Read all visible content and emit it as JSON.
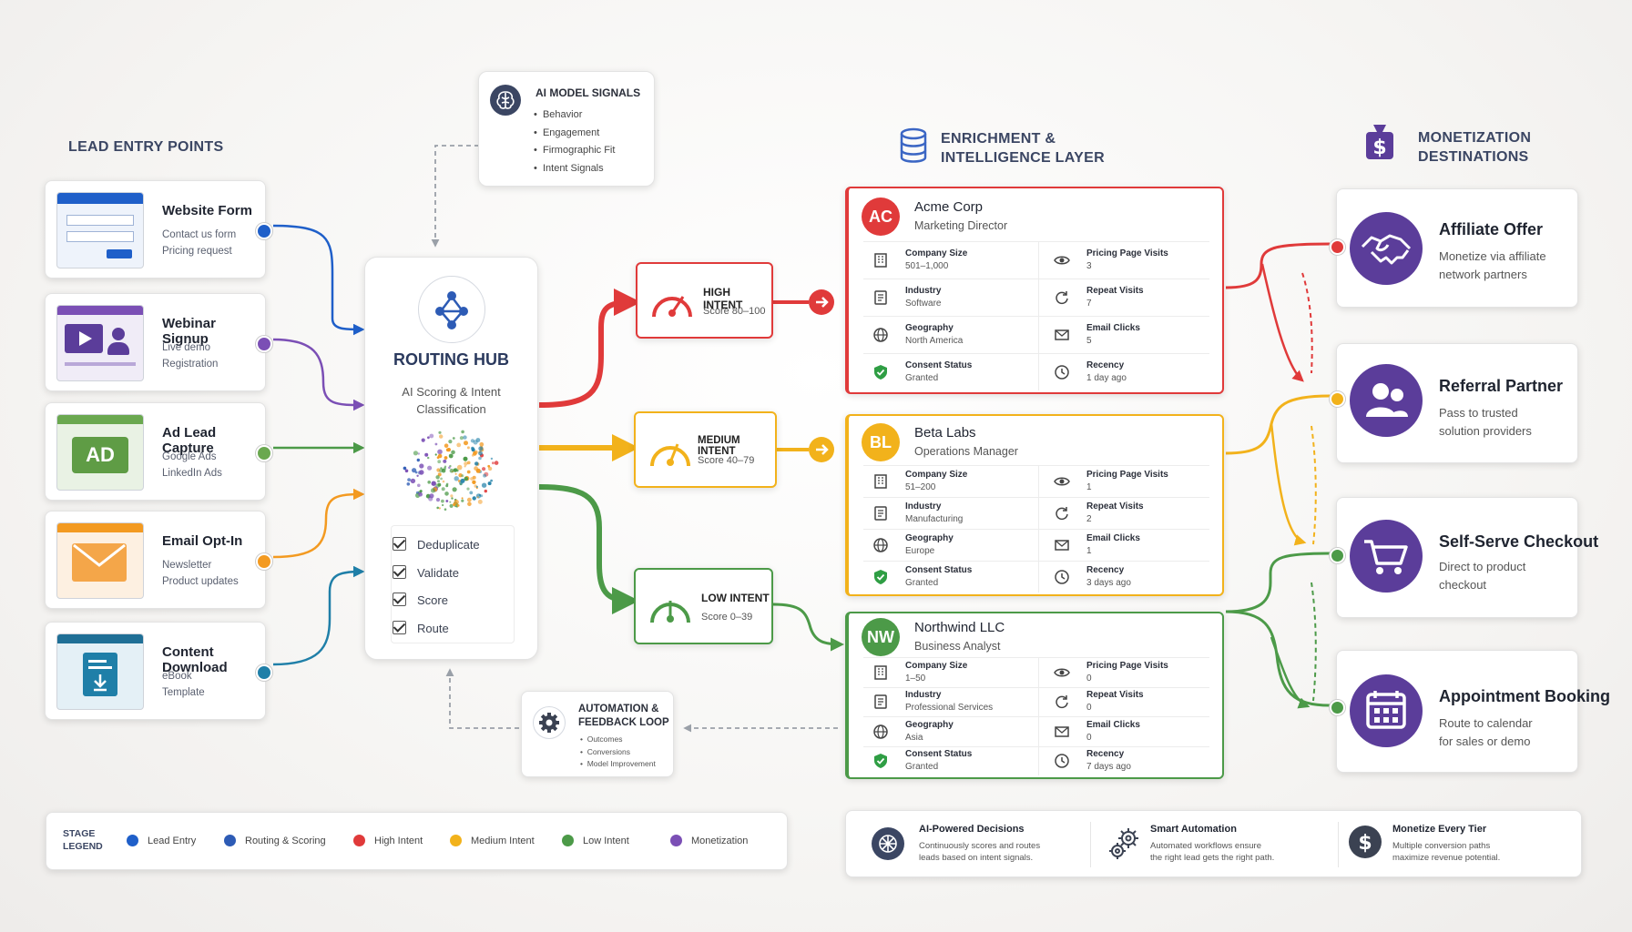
{
  "sections": {
    "lead_entry": "LEAD ENTRY POINTS",
    "enrichment_line1": "ENRICHMENT &",
    "enrichment_line2": "INTELLIGENCE LAYER",
    "monetization_line1": "MONETIZATION",
    "monetization_line2": "DESTINATIONS"
  },
  "ai_signals": {
    "title": "AI MODEL SIGNALS",
    "items": [
      "Behavior",
      "Engagement",
      "Firmographic Fit",
      "Intent Signals"
    ]
  },
  "entries": [
    {
      "title": "Website Form",
      "line1": "Contact us form",
      "line2": "Pricing request",
      "color": "#1f5fc9"
    },
    {
      "title": "Webinar Signup",
      "line1": "Live demo",
      "line2": "Registration",
      "color": "#7b4fb5"
    },
    {
      "title": "Ad Lead Capture",
      "line1": "Google Ads",
      "line2": "LinkedIn Ads",
      "color": "#6aa84f",
      "badge": "AD"
    },
    {
      "title": "Email Opt-In",
      "line1": "Newsletter",
      "line2": "Product updates",
      "color": "#f39a21"
    },
    {
      "title": "Content Download",
      "line1": "eBook",
      "line2": "Template",
      "color": "#1f7fa8"
    }
  ],
  "hub": {
    "title": "ROUTING HUB",
    "subtitle1": "AI Scoring & Intent",
    "subtitle2": "Classification",
    "checks": [
      "Deduplicate",
      "Validate",
      "Score",
      "Route"
    ]
  },
  "intents": [
    {
      "label": "HIGH INTENT",
      "score": "Score 80–100",
      "color": "#e03a3a"
    },
    {
      "label": "MEDIUM INTENT",
      "score": "Score 40–79",
      "color": "#f2b21b"
    },
    {
      "label": "LOW INTENT",
      "score": "Score 0–39",
      "color": "#4c9a48"
    }
  ],
  "leads": [
    {
      "initials": "AC",
      "name": "Acme Corp",
      "role": "Marketing Director",
      "color": "#e03a3a",
      "rows": [
        {
          "lk": "Company Size",
          "lv": "501–1,000",
          "rk": "Pricing Page Visits",
          "rv": "3"
        },
        {
          "lk": "Industry",
          "lv": "Software",
          "rk": "Repeat Visits",
          "rv": "7"
        },
        {
          "lk": "Geography",
          "lv": "North America",
          "rk": "Email Clicks",
          "rv": "5"
        },
        {
          "lk": "Consent Status",
          "lv": "Granted",
          "rk": "Recency",
          "rv": "1 day ago"
        }
      ]
    },
    {
      "initials": "BL",
      "name": "Beta Labs",
      "role": "Operations Manager",
      "color": "#f2b21b",
      "rows": [
        {
          "lk": "Company Size",
          "lv": "51–200",
          "rk": "Pricing Page Visits",
          "rv": "1"
        },
        {
          "lk": "Industry",
          "lv": "Manufacturing",
          "rk": "Repeat Visits",
          "rv": "2"
        },
        {
          "lk": "Geography",
          "lv": "Europe",
          "rk": "Email Clicks",
          "rv": "1"
        },
        {
          "lk": "Consent Status",
          "lv": "Granted",
          "rk": "Recency",
          "rv": "3 days ago"
        }
      ]
    },
    {
      "initials": "NW",
      "name": "Northwind LLC",
      "role": "Business Analyst",
      "color": "#4c9a48",
      "rows": [
        {
          "lk": "Company Size",
          "lv": "1–50",
          "rk": "Pricing Page Visits",
          "rv": "0"
        },
        {
          "lk": "Industry",
          "lv": "Professional Services",
          "rk": "Repeat Visits",
          "rv": "0"
        },
        {
          "lk": "Geography",
          "lv": "Asia",
          "rk": "Email Clicks",
          "rv": "0"
        },
        {
          "lk": "Consent Status",
          "lv": "Granted",
          "rk": "Recency",
          "rv": "7 days ago"
        }
      ]
    }
  ],
  "destinations": [
    {
      "title": "Affiliate Offer",
      "line1": "Monetize via affiliate",
      "line2": "network partners"
    },
    {
      "title": "Referral Partner",
      "line1": "Pass to trusted",
      "line2": "solution providers"
    },
    {
      "title": "Self-Serve Checkout",
      "line1": "Direct to product",
      "line2": "checkout"
    },
    {
      "title": "Appointment Booking",
      "line1": "Route to calendar",
      "line2": "for sales or demo"
    }
  ],
  "automation": {
    "title1": "AUTOMATION &",
    "title2": "FEEDBACK LOOP",
    "items": [
      "Outcomes",
      "Conversions",
      "Model Improvement"
    ]
  },
  "legend": {
    "title1": "STAGE",
    "title2": "LEGEND",
    "items": [
      {
        "label": "Lead Entry",
        "color": "#1f5fc9"
      },
      {
        "label": "Routing & Scoring",
        "color": "#2d5bb5"
      },
      {
        "label": "High Intent",
        "color": "#e03a3a"
      },
      {
        "label": "Medium Intent",
        "color": "#f2b21b"
      },
      {
        "label": "Low Intent",
        "color": "#4c9a48"
      },
      {
        "label": "Monetization",
        "color": "#7b4fb5"
      }
    ]
  },
  "features": [
    {
      "title": "AI-Powered Decisions",
      "d1": "Continuously scores and routes",
      "d2": "leads based on intent signals."
    },
    {
      "title": "Smart Automation",
      "d1": "Automated workflows ensure",
      "d2": "the right lead gets the right path."
    },
    {
      "title": "Monetize Every Tier",
      "d1": "Multiple conversion paths",
      "d2": "maximize revenue potential."
    }
  ],
  "colors": {
    "blue": "#1f5fc9",
    "purple": "#7b4fb5",
    "green": "#4c9a48",
    "orange": "#f39a21",
    "red": "#e03a3a",
    "yellow": "#f2b21b",
    "navy": "#3b4663",
    "violet": "#5b3d9a"
  }
}
